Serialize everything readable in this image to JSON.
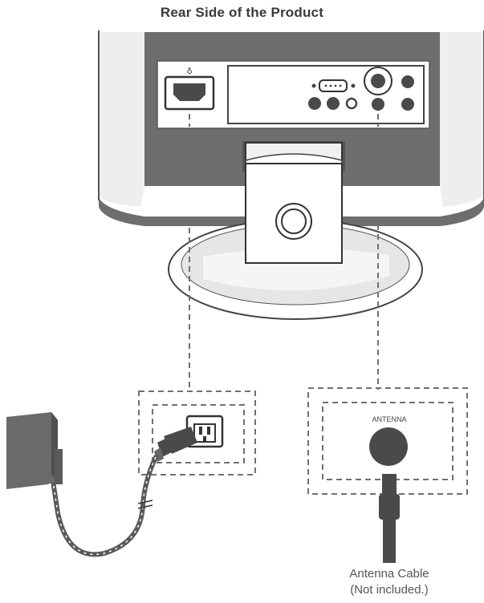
{
  "diagram": {
    "title": "Rear Side of the Product",
    "antenna_port_label": "ANTENNA",
    "cable_caption_line1": "Antenna Cable",
    "cable_caption_line2": "(Not included.)"
  },
  "colors": {
    "monitor_body": "#6e6e6e",
    "panel": "#ffffff",
    "port_dark": "#4a4a4a",
    "stand_light": "#ededed",
    "dashed": "#707070"
  }
}
